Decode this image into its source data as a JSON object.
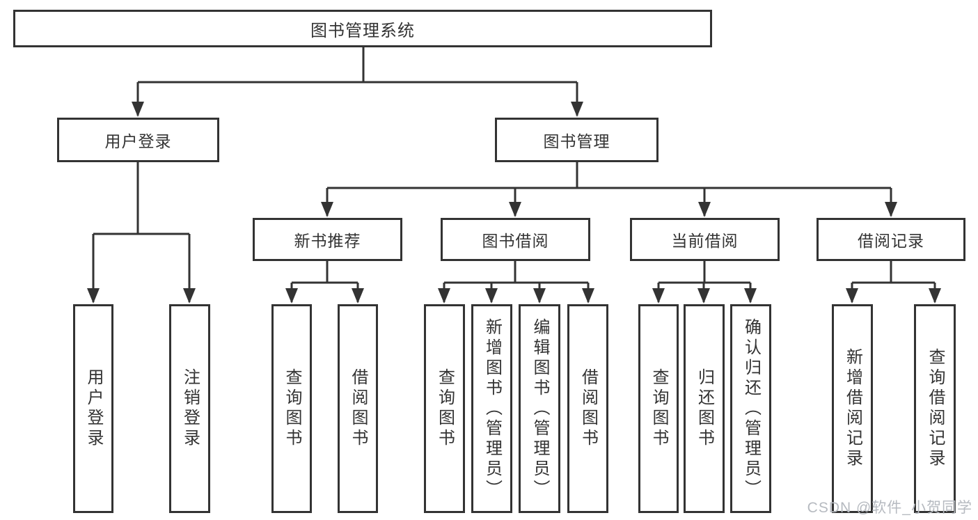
{
  "diagram": {
    "title": "图书管理系统",
    "level2": {
      "user_login": "用户登录",
      "book_management": "图书管理"
    },
    "level3": {
      "new_book_recommend": "新书推荐",
      "book_borrow": "图书借阅",
      "current_borrow": "当前借阅",
      "borrow_records": "借阅记录"
    },
    "leaves": {
      "user_login": "用户登录",
      "logout": "注销登录",
      "recommend_query_books": "查询图书",
      "recommend_borrow_books": "借阅图书",
      "borrow_query_books": "查询图书",
      "borrow_add_books": "新增图书（管理员）",
      "borrow_edit_books": "编辑图书（管理员）",
      "borrow_borrow_books": "借阅图书",
      "current_query_books": "查询图书",
      "current_return_books": "归还图书",
      "current_confirm_return": "确认归还（管理员）",
      "records_add_record": "新增借阅记录",
      "records_query_record": "查询借阅记录"
    }
  },
  "watermark": "CSDN @软件_小贺同学",
  "colors": {
    "line": "#333333",
    "background": "#ffffff",
    "watermark": "#b6bac0"
  }
}
